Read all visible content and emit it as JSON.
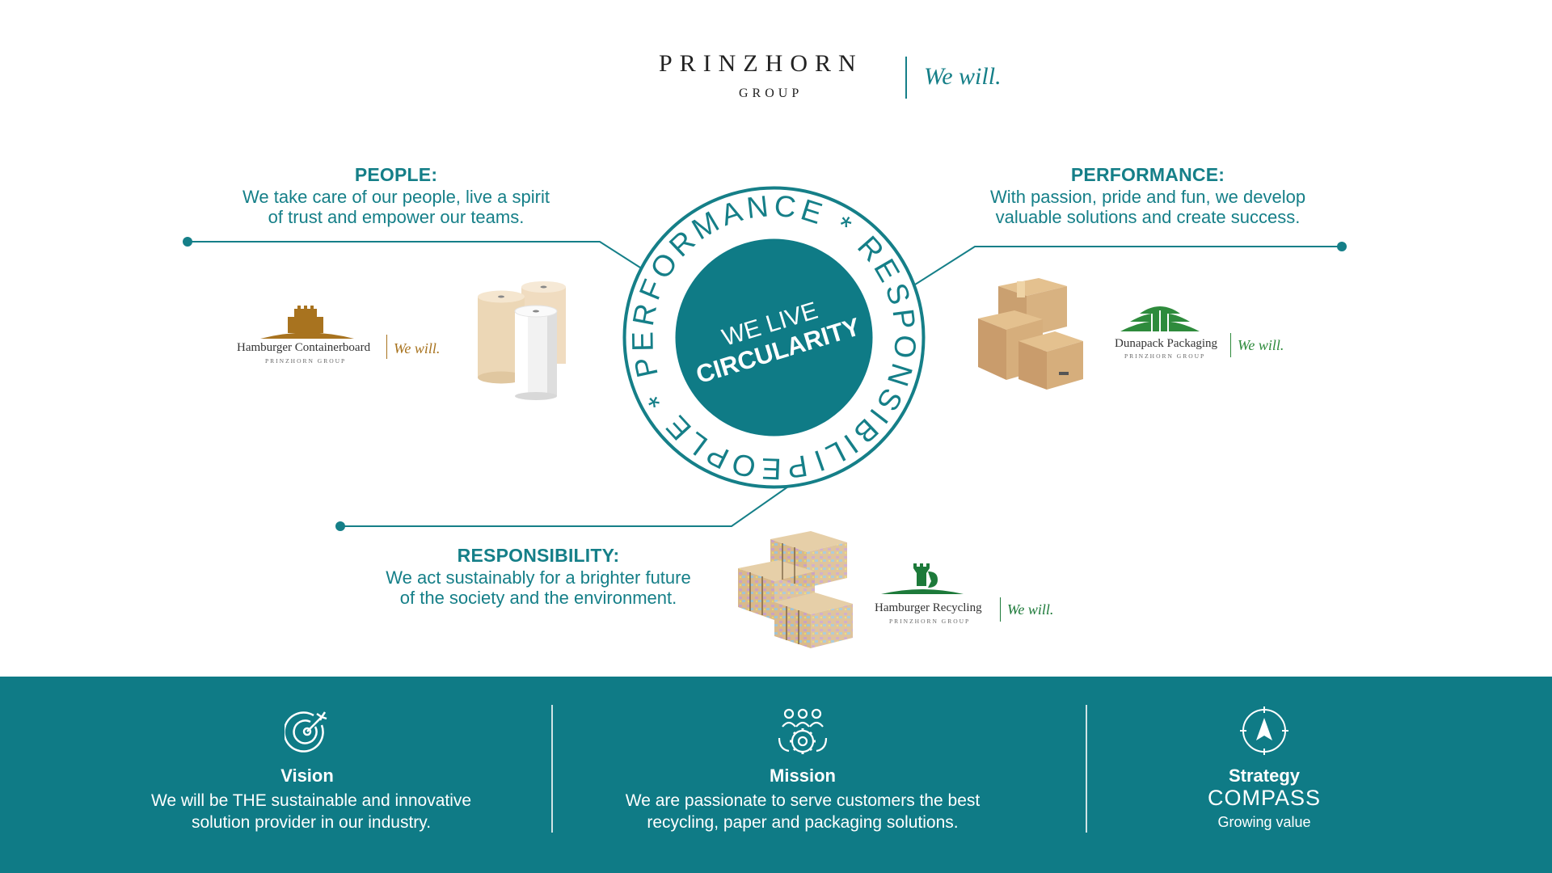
{
  "header": {
    "brand": "PRINZHORN",
    "brand_sub": "GROUP",
    "tagline": "We will."
  },
  "people": {
    "title": "PEOPLE:",
    "line1": "We take care of our people, live a spirit",
    "line2": "of trust and empower our teams."
  },
  "performance": {
    "title": "PERFORMANCE:",
    "line1": "With passion, pride and fun, we develop",
    "line2": "valuable solutions and create success."
  },
  "responsibility": {
    "title": "RESPONSIBILITY:",
    "line1": "We act sustainably for a brighter future",
    "line2": "of the society and the environment."
  },
  "circle": {
    "ring_text": "PEOPLE * PERFORMANCE * RESPONSIBILITY *",
    "center_line1": "WE LIVE",
    "center_line2": "CIRCULARITY"
  },
  "logos": {
    "containerboard": {
      "name": "Hamburger Containerboard",
      "group": "PRINZHORN GROUP",
      "tagline": "We will."
    },
    "dunapack": {
      "name": "Dunapack Packaging",
      "group": "PRINZHORN GROUP",
      "tagline": "We will."
    },
    "recycling": {
      "name": "Hamburger Recycling",
      "group": "PRINZHORN GROUP",
      "tagline": "We will."
    }
  },
  "footer": {
    "vision": {
      "icon": "target-icon",
      "title": "Vision",
      "line1": "We will be THE sustainable and innovative",
      "line2": "solution provider in our industry."
    },
    "mission": {
      "icon": "team-gear-icon",
      "title": "Mission",
      "line1": "We are passionate to serve customers the best",
      "line2": "recycling, paper and packaging solutions."
    },
    "strategy": {
      "icon": "compass-icon",
      "title": "Strategy",
      "compass": "COMPASS",
      "sub": "Growing value"
    }
  },
  "colors": {
    "teal": "#157f88",
    "footer_bg": "#0f7b86",
    "containerboard_brown": "#a8731f",
    "dunapack_green": "#2e8b3c",
    "recycling_green": "#1d7a3a"
  }
}
